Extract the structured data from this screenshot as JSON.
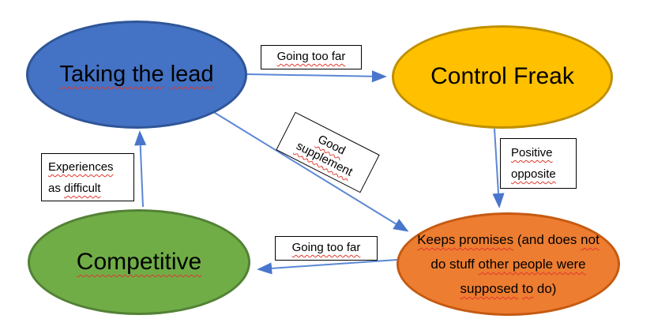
{
  "colors": {
    "background": "#FFFFFF",
    "text": "#000000",
    "node_blue": "#4472C4",
    "node_blue_border": "#2F5597",
    "node_gold": "#FFC000",
    "node_gold_border": "#BF9000",
    "node_green": "#70AD47",
    "node_green_border": "#538135",
    "node_orange": "#ED7D31",
    "node_orange_border": "#C55A11",
    "connector": "#5B87D5",
    "arrowhead": "#4976CC",
    "squiggle": "#E0362C",
    "label_border": "#000000"
  },
  "nodes": {
    "taking_the_lead": {
      "label": "Taking the lead",
      "segments": [
        {
          "t": "Taking the",
          "sq": true
        },
        {
          "t": " ",
          "sq": false
        },
        {
          "t": "lead",
          "sq": true
        }
      ]
    },
    "control_freak": {
      "label": "Control Freak"
    },
    "competitive": {
      "label": "Competitive",
      "segments": [
        {
          "t": "Competitive",
          "sq": true
        }
      ]
    },
    "keeps_promises": {
      "label": "Keeps promises (and does not do stuff other people were supposed to do)",
      "line1": [
        {
          "t": "Keeps promises",
          "sq": true
        },
        {
          "t": " (and does ",
          "sq": false
        },
        {
          "t": "not",
          "sq": true
        }
      ],
      "line2": [
        {
          "t": "do stuff ",
          "sq": false
        },
        {
          "t": "other people were",
          "sq": true
        }
      ],
      "line3": [
        {
          "t": "supposed",
          "sq": true
        },
        {
          "t": " ",
          "sq": false
        },
        {
          "t": "to",
          "sq": true
        },
        {
          "t": " do)",
          "sq": false
        }
      ]
    }
  },
  "edge_labels": {
    "going_too_far_top": {
      "label": "Going too far",
      "segments": [
        {
          "t": "Going too far",
          "sq": true
        }
      ]
    },
    "good_supplement": {
      "label": "Good supplement",
      "line1": [
        {
          "t": "Good",
          "sq": true
        }
      ],
      "line2": [
        {
          "t": "supplement",
          "sq": true
        }
      ]
    },
    "experiences_as_difficult": {
      "label": "Experiences as difficult",
      "line1": [
        {
          "t": "Experiences",
          "sq": true
        }
      ],
      "line2": [
        {
          "t": "as ",
          "sq": false
        },
        {
          "t": "difficult",
          "sq": true
        }
      ]
    },
    "positive_opposite": {
      "label": "Positive opposite",
      "line1": [
        {
          "t": "Positive",
          "sq": true
        }
      ],
      "line2": [
        {
          "t": "opposite",
          "sq": true
        }
      ]
    },
    "going_too_far_bottom": {
      "label": "Going too far",
      "segments": [
        {
          "t": "Going too far",
          "sq": true
        }
      ]
    }
  }
}
